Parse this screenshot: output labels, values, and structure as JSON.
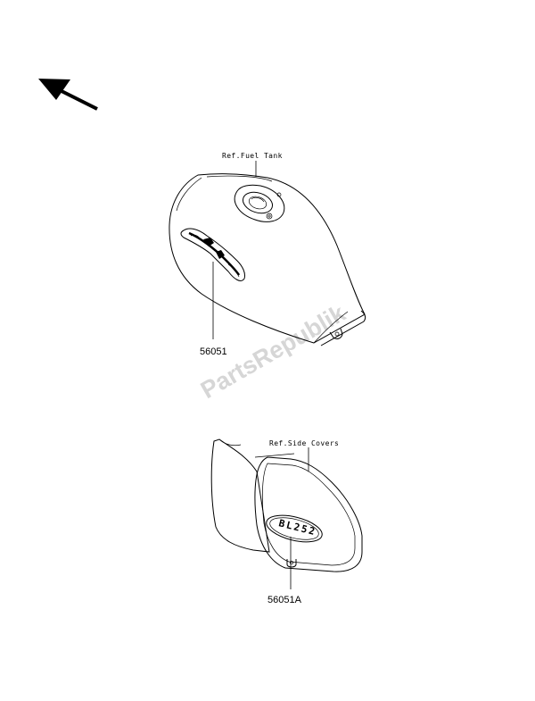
{
  "labels": {
    "ref_fuel_tank": "Ref.Fuel Tank",
    "ref_side_covers": "Ref.Side Covers"
  },
  "parts": {
    "tank_emblem_number": "56051",
    "side_cover_emblem_number": "56051A"
  },
  "emblems": {
    "side_cover_text": "BL252"
  },
  "watermark": {
    "text": "PartsRepublik"
  },
  "icons": {
    "direction_arrow": "arrow-up-left-icon"
  },
  "colors": {
    "line": "#000000",
    "watermark": "#d6d6d6",
    "background": "#ffffff"
  }
}
